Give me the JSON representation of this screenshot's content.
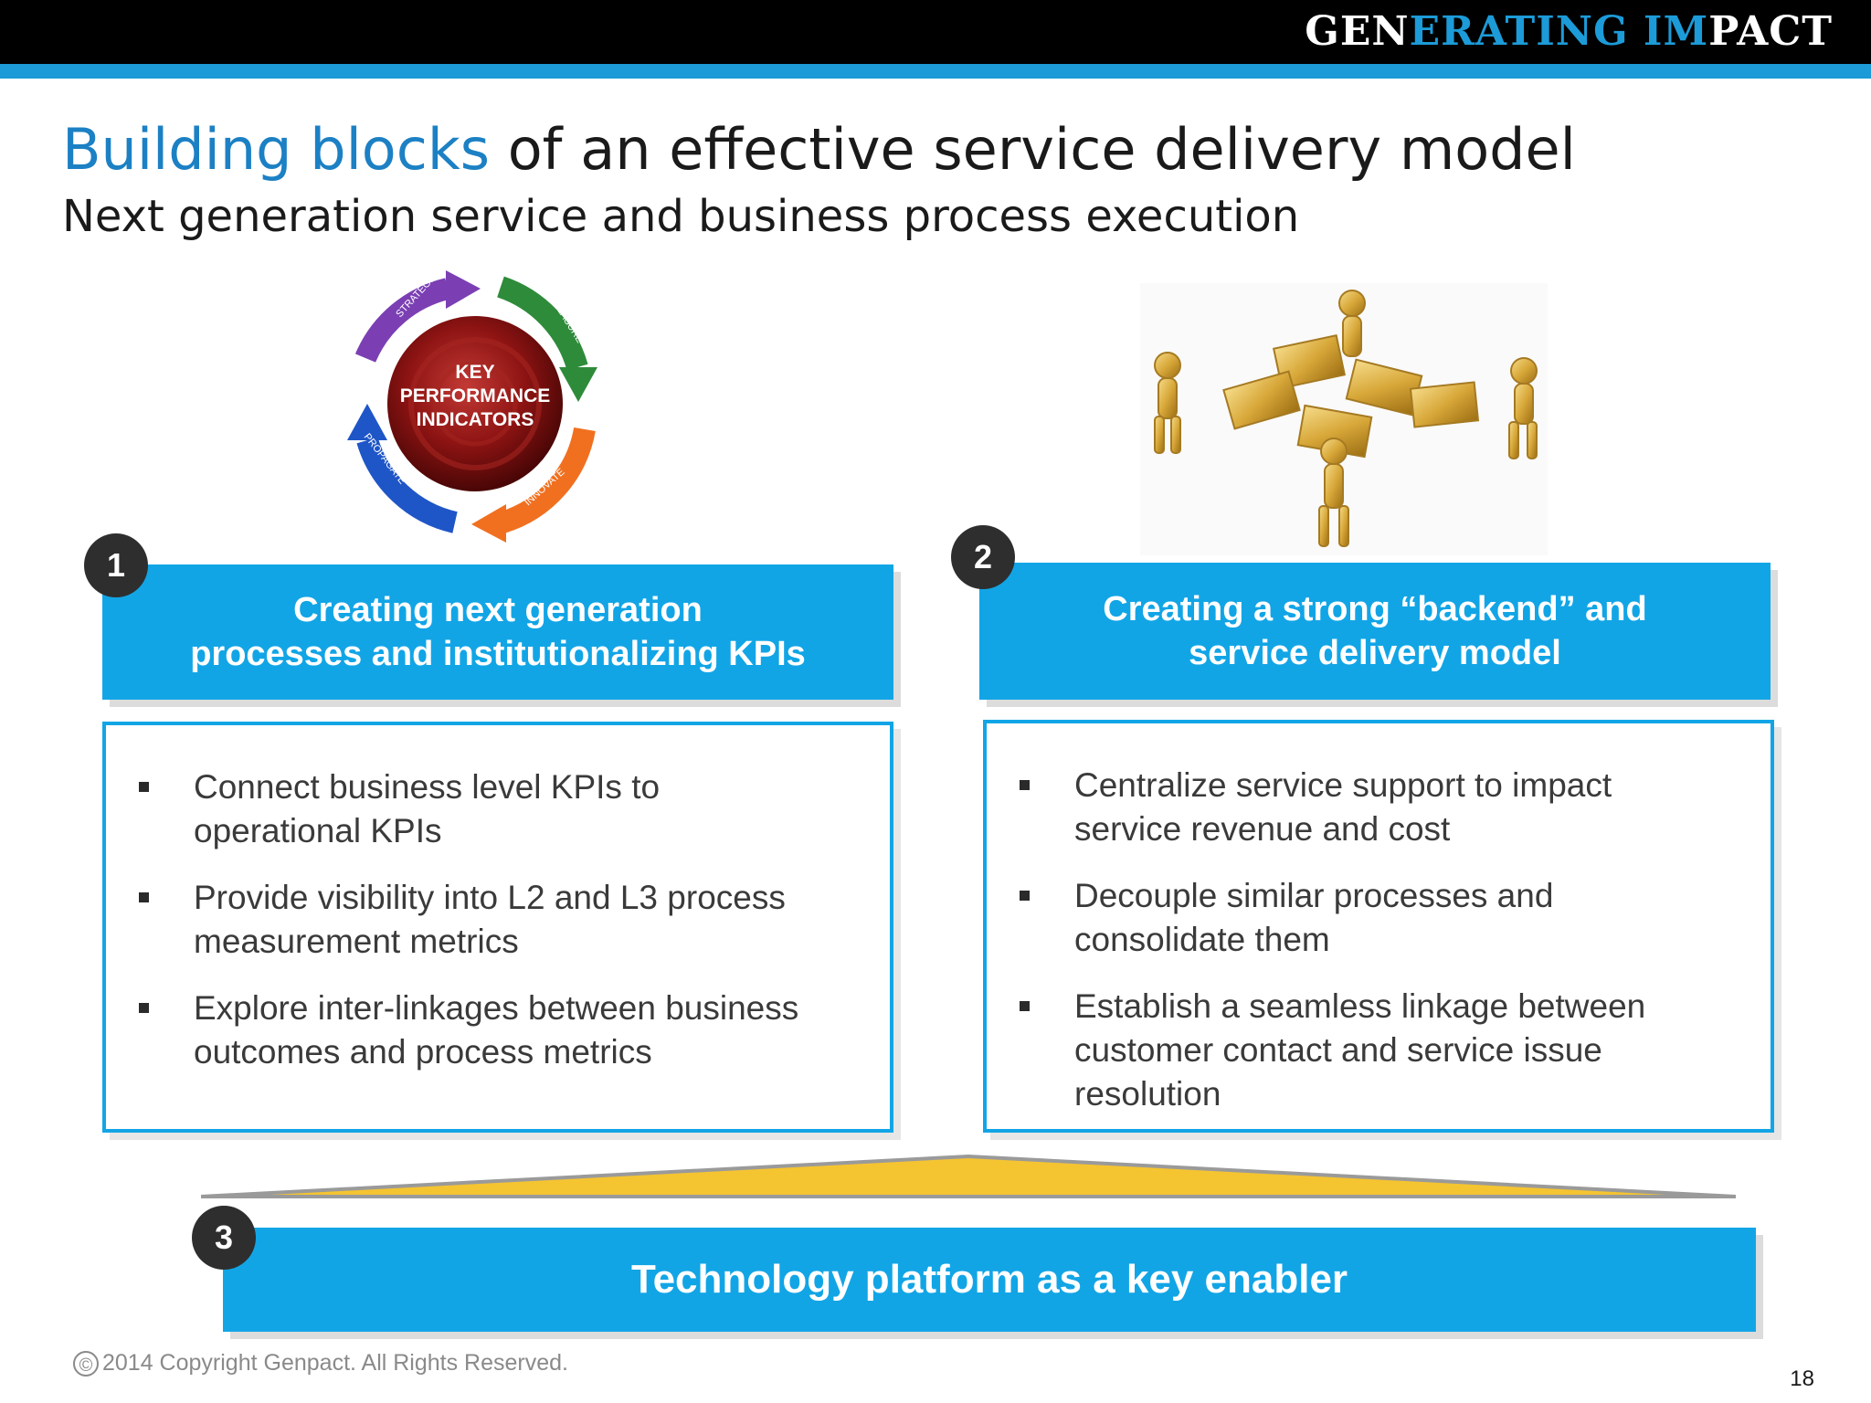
{
  "brand": {
    "part1": "GEN",
    "part2": "ERATING IM",
    "part3": "PACT"
  },
  "slide": {
    "title_highlight": "Building blocks",
    "title_rest": " of an effective service delivery model",
    "subtitle": "Next generation service and business process execution"
  },
  "kpi_graphic": {
    "center_lines": [
      "KEY",
      "PERFORMANCE",
      "INDICATORS"
    ],
    "cycle_labels": [
      "STRATEGIZE",
      "MEASURE",
      "INNOVATE",
      "PROPAGATE"
    ],
    "arrow_colors": [
      "#7b3fb3",
      "#2e8b3a",
      "#f07020",
      "#1f56c7"
    ]
  },
  "blocks": [
    {
      "number": "1",
      "heading_line1": "Creating next generation",
      "heading_line2": "processes and institutionalizing KPIs",
      "bullets": [
        {
          "line1": "Connect business level KPIs to",
          "line2": "operational KPIs"
        },
        {
          "line1": "Provide visibility into L2 and L3 process",
          "line2": "measurement metrics"
        },
        {
          "line1": "Explore inter-linkages between business",
          "line2": "outcomes and process metrics"
        }
      ]
    },
    {
      "number": "2",
      "heading_line1": "Creating a strong “backend” and",
      "heading_line2": "service delivery model",
      "bullets": [
        {
          "line1": "Centralize service support to impact",
          "line2": "service revenue and cost"
        },
        {
          "line1": "Decouple similar processes and",
          "line2": "consolidate them"
        },
        {
          "line1": "Establish a seamless linkage between",
          "line2": "customer contact and service issue",
          "line3": "resolution"
        }
      ]
    }
  ],
  "enabler": {
    "number": "3",
    "label": "Technology platform as a key enabler"
  },
  "footer": {
    "copyright_symbol": "©",
    "copyright": "2014 Copyright Genpact. All Rights Reserved.",
    "page_number": "18"
  },
  "colors": {
    "brand_blue": "#1c9bd8",
    "box_blue": "#12a5e6",
    "title_blue": "#1c80c4",
    "roof_yellow": "#f5c431"
  }
}
